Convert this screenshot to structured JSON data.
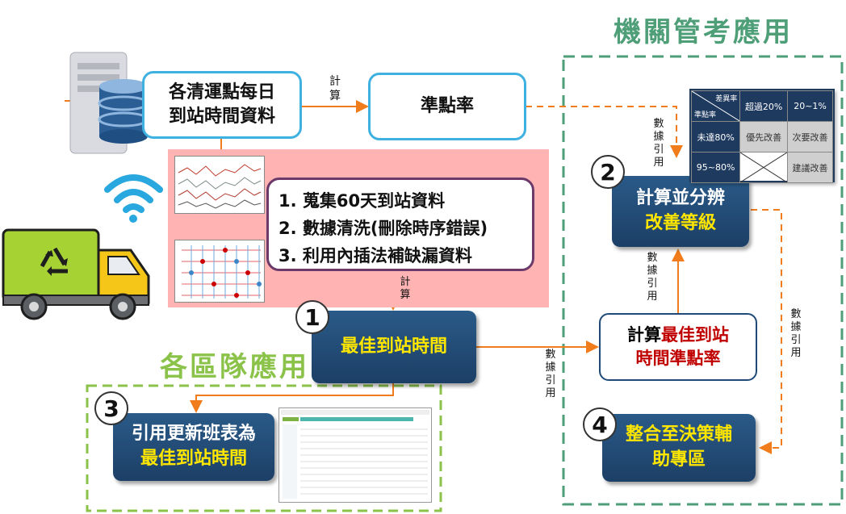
{
  "titles": {
    "agency": "機關管考應用",
    "district": "各區隊應用"
  },
  "boxes": {
    "source_line1": "各清運點每日",
    "source_line2": "到站時間資料",
    "punctuality": "準點率",
    "steps": [
      "1.  蒐集60天到站資料",
      "2.  數據清洗(刪除時序錯誤)",
      "3.  利用內插法補缺漏資料"
    ],
    "best_time": "最佳到站時間",
    "calc_grade_line1": "計算並分辨",
    "calc_grade_line2": "改善等級",
    "calc_best_prefix": "計算",
    "calc_best_red1": "最佳到站",
    "calc_best_red2": "時間準點率",
    "integrate_line1": "整合至決策輔",
    "integrate_line2": "助專區",
    "schedule_line1": "引用更新班表為",
    "schedule_line2": "最佳到站時間"
  },
  "badges": [
    "1",
    "2",
    "3",
    "4"
  ],
  "arrow_labels": {
    "calc": "計算",
    "data_ref": "數據引用"
  },
  "matrix": {
    "corner_top": "差異率",
    "corner_bottom": "準點率",
    "col1": "超過20%",
    "col2": "20~1%",
    "row1": "未達80%",
    "row2": "95~80%",
    "r1c1": "優先改善",
    "r1c2": "次要改善",
    "r2c2": "建議改善"
  },
  "colors": {
    "orange": "#f07c1c",
    "navy": "#1f4a78",
    "cyan_border": "#3eb1e0",
    "green_dash": "#4e9e78",
    "lime_dash": "#8bc34a",
    "pink_panel": "#ffb3b3"
  },
  "icons": [
    "server-icon",
    "database-icon",
    "wifi-icon",
    "garbage-truck-icon",
    "recycle-icon"
  ]
}
